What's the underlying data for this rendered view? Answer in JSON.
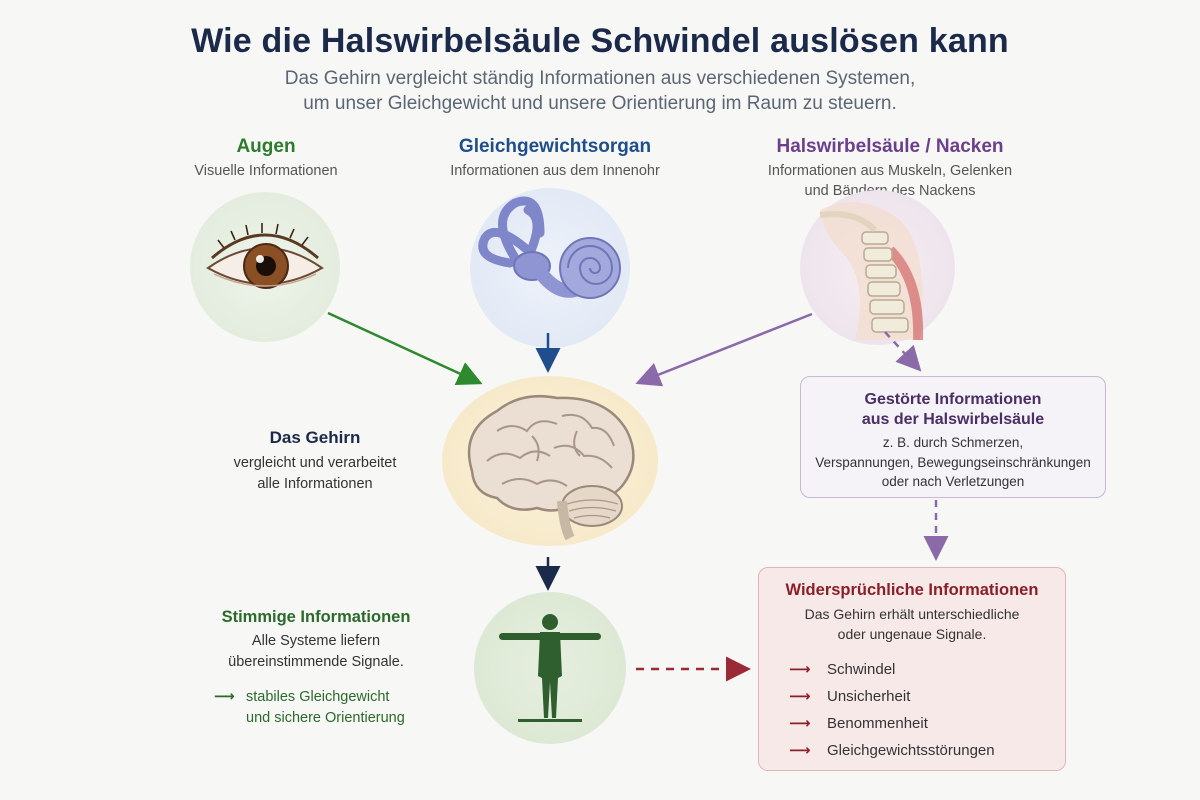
{
  "header": {
    "title": "Wie die Halswirbelsäule Schwindel auslösen kann",
    "subtitle_line1": "Das Gehirn vergleicht ständig Informationen aus verschiedenen Systemen,",
    "subtitle_line2": "um unser Gleichgewicht und unsere Orientierung im Raum zu steuern."
  },
  "sources": {
    "eyes": {
      "title": "Augen",
      "sub": "Visuelle Informationen"
    },
    "vestibular": {
      "title": "Gleichgewichtsorgan",
      "sub": "Informationen aus dem Innenohr"
    },
    "neck": {
      "title": "Halswirbelsäule / Nacken",
      "sub_line1": "Informationen aus Muskeln, Gelenken",
      "sub_line2": "und Bändern des Nackens"
    }
  },
  "brain": {
    "title": "Das Gehirn",
    "line1": "vergleicht und verarbeitet",
    "line2": "alle Informationen"
  },
  "disturbed": {
    "title_line1": "Gestörte Informationen",
    "title_line2": "aus der Halswirbelsäule",
    "line1": "z. B. durch Schmerzen,",
    "line2": "Verspannungen, Bewegungseinschränkungen",
    "line3": "oder nach Verletzungen"
  },
  "consistent": {
    "title": "Stimmige Informationen",
    "line1": "Alle Systeme liefern",
    "line2": "übereinstimmende Signale.",
    "arrow": "⟶",
    "result_line1": "stabiles Gleichgewicht",
    "result_line2": "und sichere Orientierung"
  },
  "contradictory": {
    "title": "Widersprüchliche Informationen",
    "line1": "Das Gehirn erhält unterschiedliche",
    "line2": "oder ungenaue Signale.",
    "arrow": "⟶",
    "symptoms": [
      "Schwindel",
      "Unsicherheit",
      "Benommenheit",
      "Gleichgewichtsstörungen"
    ]
  },
  "colors": {
    "eyes": "#2e7a2e",
    "vestibular": "#1f4e8c",
    "neck": "#6b3f8c",
    "brain": "#1b2a4a",
    "consistent": "#2a6a2a",
    "contradictory": "#8a1f2a"
  }
}
